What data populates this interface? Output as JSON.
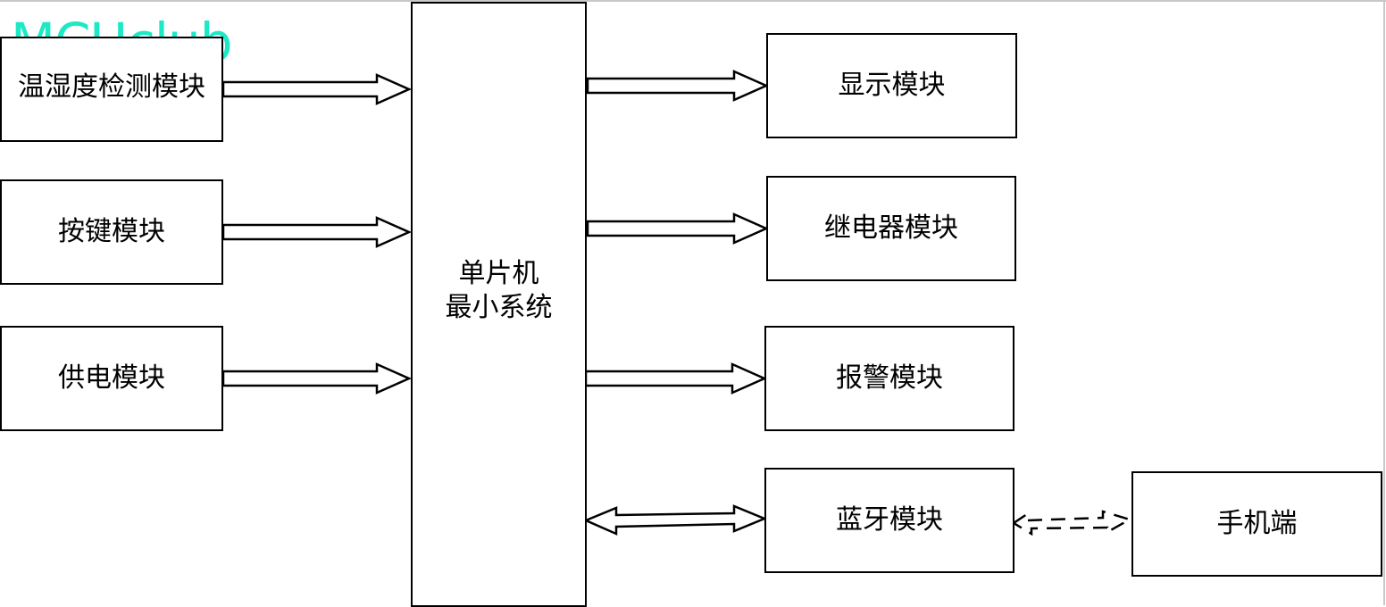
{
  "watermark": "MCUclub",
  "mcu": {
    "line1": "单片机",
    "line2": "最小系统"
  },
  "inputs": [
    {
      "label": "温湿度检测模块"
    },
    {
      "label": "按键模块"
    },
    {
      "label": "供电模块"
    }
  ],
  "outputs": [
    {
      "label": "显示模块"
    },
    {
      "label": "继电器模块"
    },
    {
      "label": "报警模块"
    },
    {
      "label": "蓝牙模块"
    }
  ],
  "phone": {
    "label": "手机端"
  }
}
